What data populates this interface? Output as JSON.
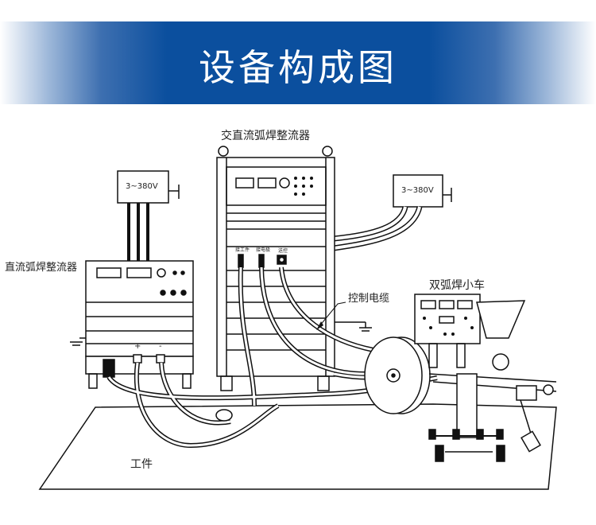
{
  "banner": {
    "title": "设备构成图",
    "color": "#0b4f9e"
  },
  "labels": {
    "ac_dc_rectifier": "交直流弧焊整流器",
    "dc_rectifier": "直流弧焊整流器",
    "power_left": "3~380V",
    "power_right": "3~380V",
    "tractor": "双弧焊小车",
    "control_cable": "控制电缆",
    "workpiece": "工件",
    "plus": "+",
    "minus": "-",
    "terminal_workpiece": "接工件",
    "terminal_electrode": "接电极",
    "terminal_control": "送控"
  }
}
